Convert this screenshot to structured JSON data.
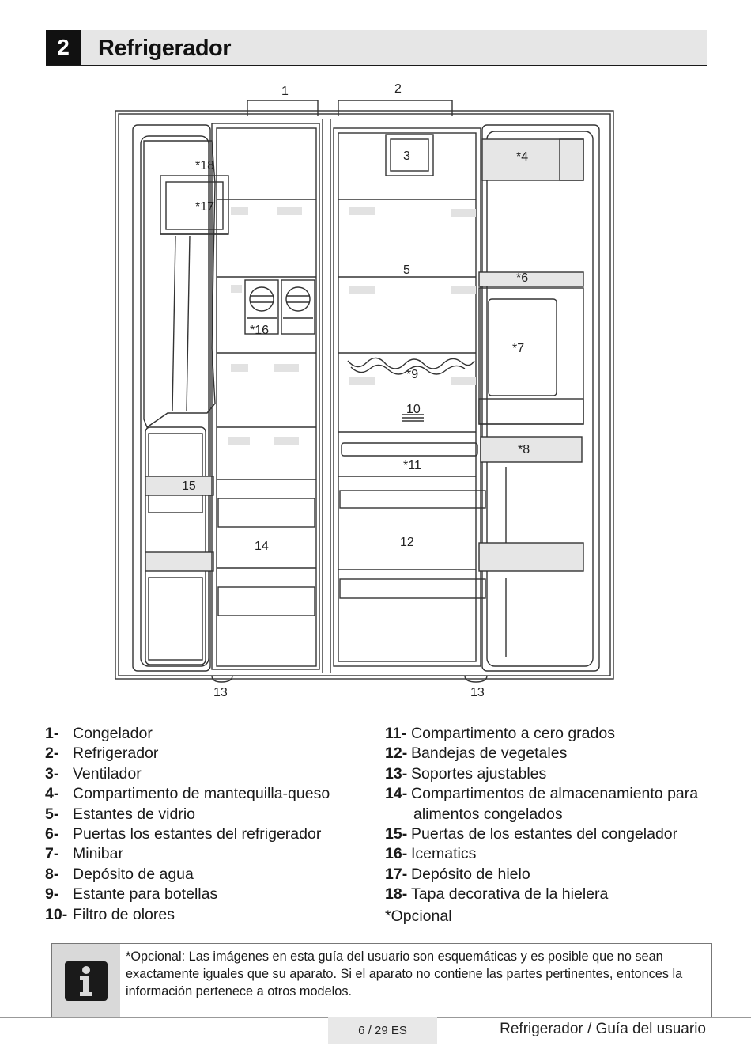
{
  "header": {
    "number": "2",
    "title": "Refrigerador"
  },
  "diagram_labels": {
    "l1": "1",
    "l2": "2",
    "l3": "3",
    "l4": "*4",
    "l5": "5",
    "l6": "*6",
    "l7": "*7",
    "l8": "*8",
    "l9": "*9",
    "l10": "10",
    "l11": "*11",
    "l12": "12",
    "l13a": "13",
    "l13b": "13",
    "l14": "14",
    "l15": "15",
    "l16": "*16",
    "l17": "*17",
    "l18": "*18"
  },
  "legend_left": [
    {
      "num": "1-",
      "text": "Congelador"
    },
    {
      "num": "2-",
      "text": "Refrigerador"
    },
    {
      "num": "3-",
      "text": "Ventilador"
    },
    {
      "num": "4-",
      "text": "Compartimento de mantequilla-queso"
    },
    {
      "num": "5-",
      "text": "Estantes de vidrio"
    },
    {
      "num": "6-",
      "text": "Puertas los estantes del refrigerador"
    },
    {
      "num": "7-",
      "text": "Minibar"
    },
    {
      "num": "8-",
      "text": "Depósito de agua"
    },
    {
      "num": "9-",
      "text": "Estante para botellas"
    },
    {
      "num": "10-",
      "text": "Filtro de olores"
    }
  ],
  "legend_right": [
    {
      "num": "11-",
      "text": "Compartimento a cero grados"
    },
    {
      "num": "12-",
      "text": "Bandejas de vegetales"
    },
    {
      "num": "13-",
      "text": "Soportes ajustables"
    },
    {
      "num": "14-",
      "text": "Compartimentos de almacenamiento para",
      "text2": "alimentos congelados"
    },
    {
      "num": "15-",
      "text": "Puertas de los estantes del congelador"
    },
    {
      "num": "16-",
      "text": "Icematics"
    },
    {
      "num": "17-",
      "text": "Depósito de hielo"
    },
    {
      "num": "18-",
      "text": "Tapa decorativa de la hielera"
    }
  ],
  "optional_note": "*Opcional",
  "info_text": "*Opcional: Las imágenes en esta guía del usuario son esquemáticas y es posible que no sean exactamente iguales que su aparato. Si el aparato no contiene las partes pertinentes, entonces la información pertenece a otros modelos.",
  "footer": {
    "page": "6 / 29  ES",
    "title": "Refrigerador / Guía del usuario"
  },
  "icons": {
    "info": "info-icon"
  }
}
